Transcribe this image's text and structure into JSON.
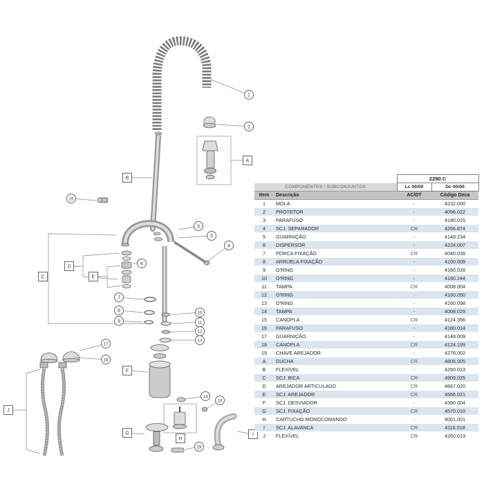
{
  "product": {
    "code": "2280.C"
  },
  "table": {
    "group_header": "COMPONENTES / SUBCONJUNTOS",
    "lc_label": "Lc  00/00",
    "dc_label": "Dc  00/00",
    "columns": [
      "Item",
      "Descrição",
      "AC/DT",
      "Código Deca"
    ],
    "rows": [
      [
        "1",
        "MOLA",
        "-",
        "4232.000"
      ],
      [
        "2",
        "PROTETOR",
        "-",
        "4096.022"
      ],
      [
        "3",
        "PARAFUSO",
        "-",
        "4180.015"
      ],
      [
        "4",
        "SCJ. SEPARADOR",
        "CR",
        "4266.874"
      ],
      [
        "5",
        "GUARNIÇÃO",
        "-",
        "4148.234"
      ],
      [
        "6",
        "DISPERSOR",
        "-",
        "4224.007"
      ],
      [
        "7",
        "PORCA FIXAÇÃO",
        "CR",
        "4040.036"
      ],
      [
        "8",
        "ARRUELA FIXAÇÃO",
        "-",
        "4100.009"
      ],
      [
        "9",
        "O'RING",
        "-",
        "4160.028"
      ],
      [
        "10",
        "O'RING",
        "-",
        "4160.244"
      ],
      [
        "11",
        "TAMPA",
        "CR",
        "4008.004"
      ],
      [
        "12",
        "O'RING",
        "-",
        "4160.050"
      ],
      [
        "13",
        "O'RING",
        "-",
        "4160.098"
      ],
      [
        "14",
        "TAMPA",
        "-",
        "4008.029"
      ],
      [
        "15",
        "CANOPLA",
        "CR",
        "4124.356"
      ],
      [
        "16",
        "PARAFUSO",
        "-",
        "4180.014"
      ],
      [
        "17",
        "GUARNIÇÃO",
        "-",
        "4148.009"
      ],
      [
        "18",
        "CANOPLA",
        "CR",
        "4124.199"
      ],
      [
        "19",
        "CHAVE AREJADOR",
        "-",
        "4278.002"
      ],
      [
        "A",
        "DUCHA",
        "CR",
        "4806.005"
      ],
      [
        "B",
        "FLEXÍVEL",
        "-",
        "4260.013"
      ],
      [
        "C",
        "SCJ. BICA",
        "CR",
        "4909.025"
      ],
      [
        "D",
        "AREJADOR ARTICULADO",
        "CR",
        "4667.020"
      ],
      [
        "E",
        "SCJ. AREJADOR",
        "CR",
        "4666.021"
      ],
      [
        "F",
        "SCJ. DESVIADOR",
        "-",
        "4390.004"
      ],
      [
        "G",
        "SCJ. FIXAÇÃO",
        "CR",
        "4570.010"
      ],
      [
        "H",
        "CARTUCHO MONOCOMANDO",
        "-",
        "4001.001"
      ],
      [
        "I",
        "SCJ. ALAVANCA",
        "CR",
        "4116.018"
      ],
      [
        "J",
        "FLEXÍVEL",
        "CR",
        "4260.013"
      ]
    ]
  },
  "diagram": {
    "number_callouts": [
      "1",
      "2",
      "3",
      "4",
      "5",
      "6",
      "7",
      "8",
      "9",
      "10",
      "11",
      "12",
      "13",
      "14",
      "15",
      "16",
      "17",
      "18",
      "19"
    ],
    "letter_callouts": [
      "A",
      "B",
      "C",
      "D",
      "E",
      "F",
      "G",
      "H",
      "I",
      "J"
    ]
  },
  "colors": {
    "row_shade": "#dce4ee",
    "header_gray": "#c5c5c5",
    "group_gray": "#d9d9d9",
    "metal_light": "#dddddd",
    "metal_mid": "#999999",
    "line": "#666666"
  }
}
